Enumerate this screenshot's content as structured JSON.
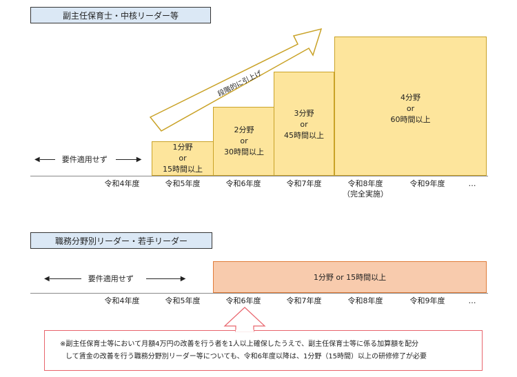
{
  "top_section": {
    "title": "副主任保育士・中核リーダー等",
    "no_requirement": "要件適用せず",
    "arrow_label": "段階的に引上げ",
    "steps": [
      {
        "line1": "1分野",
        "line2": "or",
        "line3": "15時間以上"
      },
      {
        "line1": "2分野",
        "line2": "or",
        "line3": "30時間以上"
      },
      {
        "line1": "3分野",
        "line2": "or",
        "line3": "45時間以上"
      },
      {
        "line1": "4分野",
        "line2": "or",
        "line3": "60時間以上"
      }
    ],
    "years": [
      "令和4年度",
      "令和5年度",
      "令和6年度",
      "令和7年度",
      "令和8年度",
      "令和9年度",
      "…"
    ],
    "year_note": "（完全実施）"
  },
  "bottom_section": {
    "title": "職務分野別リーダー・若手リーダー",
    "no_requirement": "要件適用せず",
    "requirement": "1分野 or 15時間以上",
    "years": [
      "令和4年度",
      "令和5年度",
      "令和6年度",
      "令和7年度",
      "令和8年度",
      "令和9年度",
      "…"
    ]
  },
  "note": {
    "line1": "※副主任保育士等において月額4万円の改善を行う者を1人以上確保したうえで、副主任保育士等に係る加算額を配分",
    "line2": "して賃金の改善を行う職務分野別リーダー等についても、令和6年度以降は、1分野（15時間）以上の研修修了が必要"
  },
  "colors": {
    "title_bg": "#dbe8f5",
    "step_fill": "#fde59c",
    "step_border": "#c9a227",
    "peach_fill": "#f8cbad",
    "peach_border": "#e07b39",
    "note_border": "#e8636b"
  }
}
